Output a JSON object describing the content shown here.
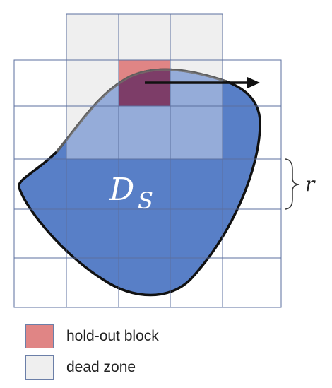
{
  "diagram": {
    "region_label_main": "D",
    "region_label_sub": "S",
    "scale_label": "r"
  },
  "legend": {
    "items": [
      {
        "label": "hold-out block",
        "color": "#e08585"
      },
      {
        "label": "dead zone",
        "color": "#efefef"
      }
    ]
  },
  "colors": {
    "region_fill": "#4f78c4",
    "dead_zone": "#efefef",
    "hold_out": "#e08585",
    "grid_line": "#5b6f9f"
  }
}
